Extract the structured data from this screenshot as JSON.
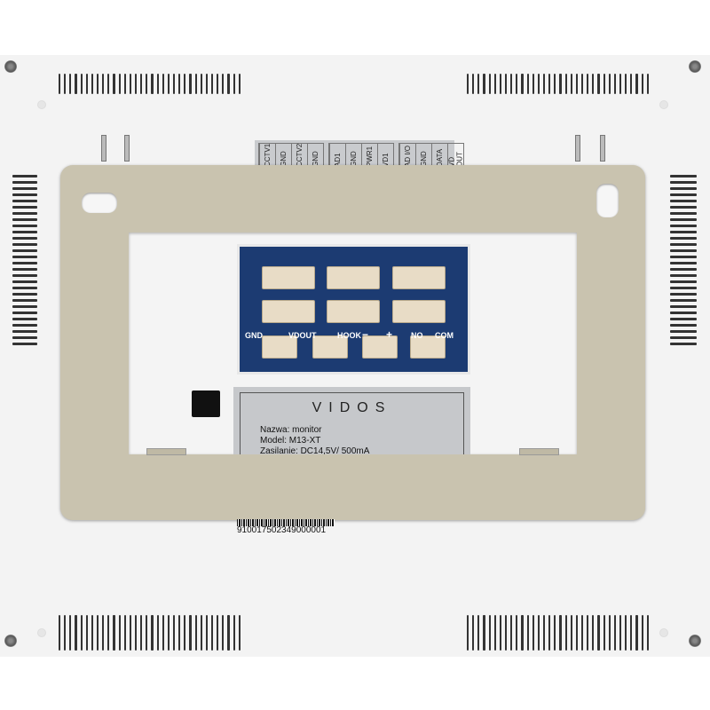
{
  "terminal_strip": {
    "groups": [
      [
        "CCTV1",
        "GND",
        "CCTV2",
        "GND"
      ],
      [
        "AD1",
        "GND",
        "PWR1",
        "VD1"
      ],
      [
        "AD I/O",
        "GND",
        "DATA",
        "VD OUT"
      ]
    ]
  },
  "pcb": {
    "labels": [
      "GND",
      "VDOUT",
      "HOOK",
      "−",
      "+",
      "NO",
      "COM"
    ]
  },
  "label": {
    "brand": "VIDOS",
    "name": "Nazwa: monitor",
    "model": "Model: M13-XT",
    "power": "Zasilanie: DC14,5V/ 500mA"
  },
  "serial": "910017502349000001",
  "colors": {
    "bracket": "#c9c3af",
    "pcb": "#1c3b72",
    "body": "#f3f3f3"
  }
}
